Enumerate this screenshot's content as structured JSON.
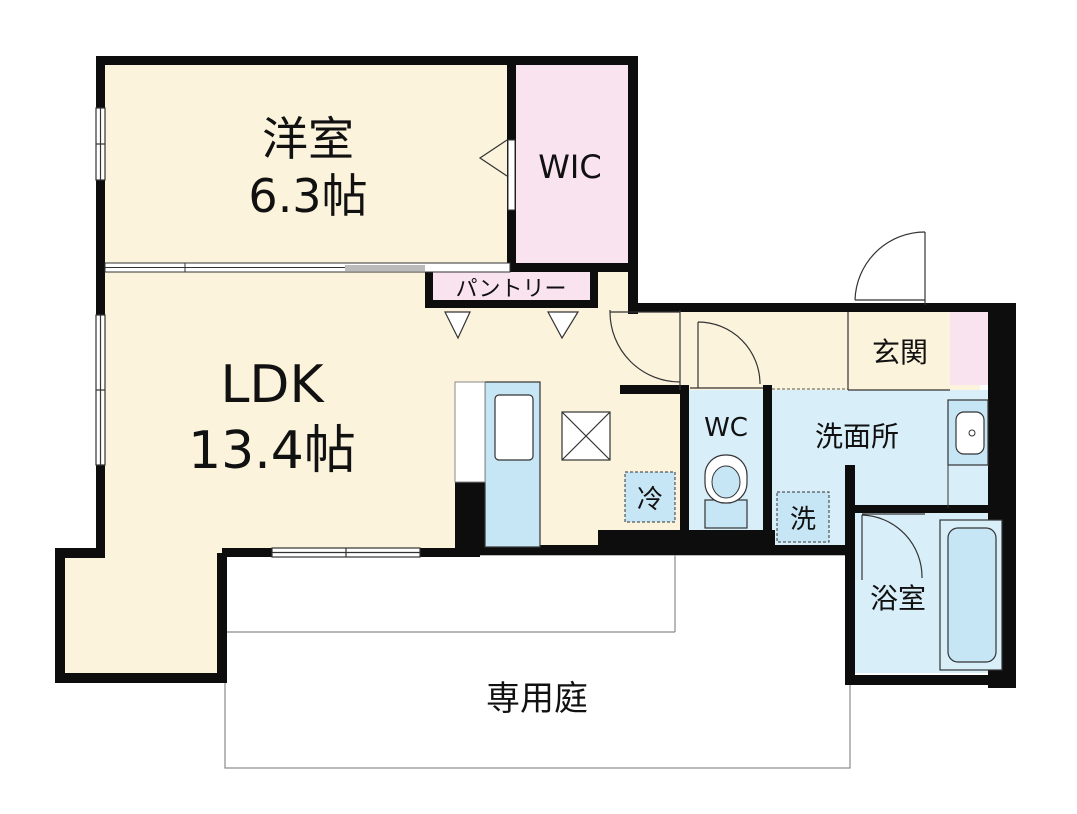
{
  "rooms": {
    "western_room": {
      "name": "洋室",
      "size": "6.3帖"
    },
    "wic": {
      "name": "WIC"
    },
    "pantry": {
      "name": "パントリー"
    },
    "ldk": {
      "name": "LDK",
      "size": "13.4帖"
    },
    "entrance": {
      "name": "玄関"
    },
    "wc": {
      "name": "WC"
    },
    "washroom": {
      "name": "洗面所"
    },
    "bathroom": {
      "name": "浴室"
    },
    "private_garden": {
      "name": "専用庭"
    }
  },
  "fixtures": {
    "fridge_mark": "冷",
    "washer_mark": "洗"
  },
  "colors": {
    "wall": "#0d0d0d",
    "room_beige": "#fbf3dc",
    "wic_pink": "#f9e3ee",
    "wet_blue": "#d8eef9",
    "fixture_blue": "#c7e6f5",
    "garden_line": "#8a8a8a"
  }
}
